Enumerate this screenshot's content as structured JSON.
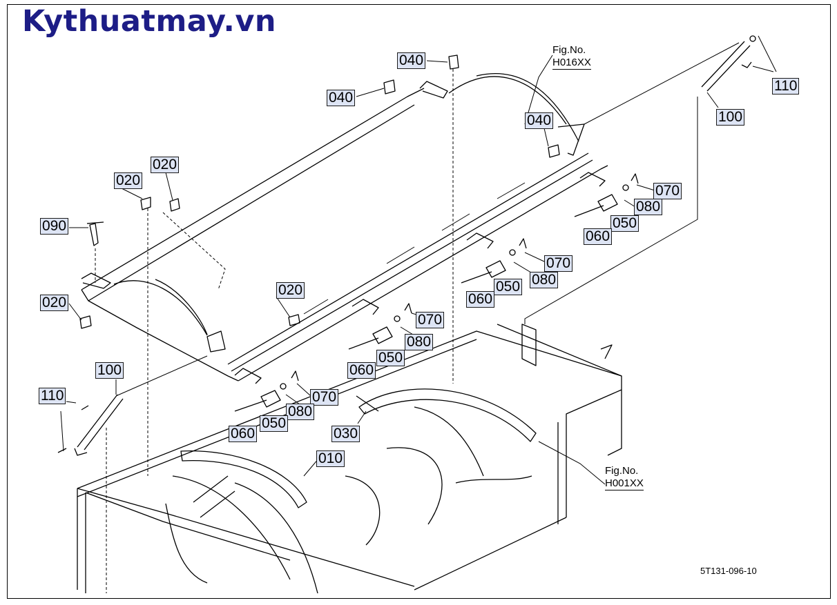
{
  "brand": "Kythuatmay.vn",
  "drawing_number": "5T131-096-10",
  "figure_refs": [
    {
      "id": "top",
      "label": "Fig.No.",
      "code": "H016XX"
    },
    {
      "id": "bottom",
      "label": "Fig.No.",
      "code": "H001XX"
    }
  ],
  "callouts": [
    "040",
    "040",
    "040",
    "020",
    "020",
    "020",
    "020",
    "090",
    "110",
    "100",
    "100",
    "110",
    "070",
    "080",
    "050",
    "060",
    "070",
    "080",
    "050",
    "060",
    "070",
    "080",
    "050",
    "060",
    "070",
    "080",
    "050",
    "060",
    "010",
    "030"
  ]
}
